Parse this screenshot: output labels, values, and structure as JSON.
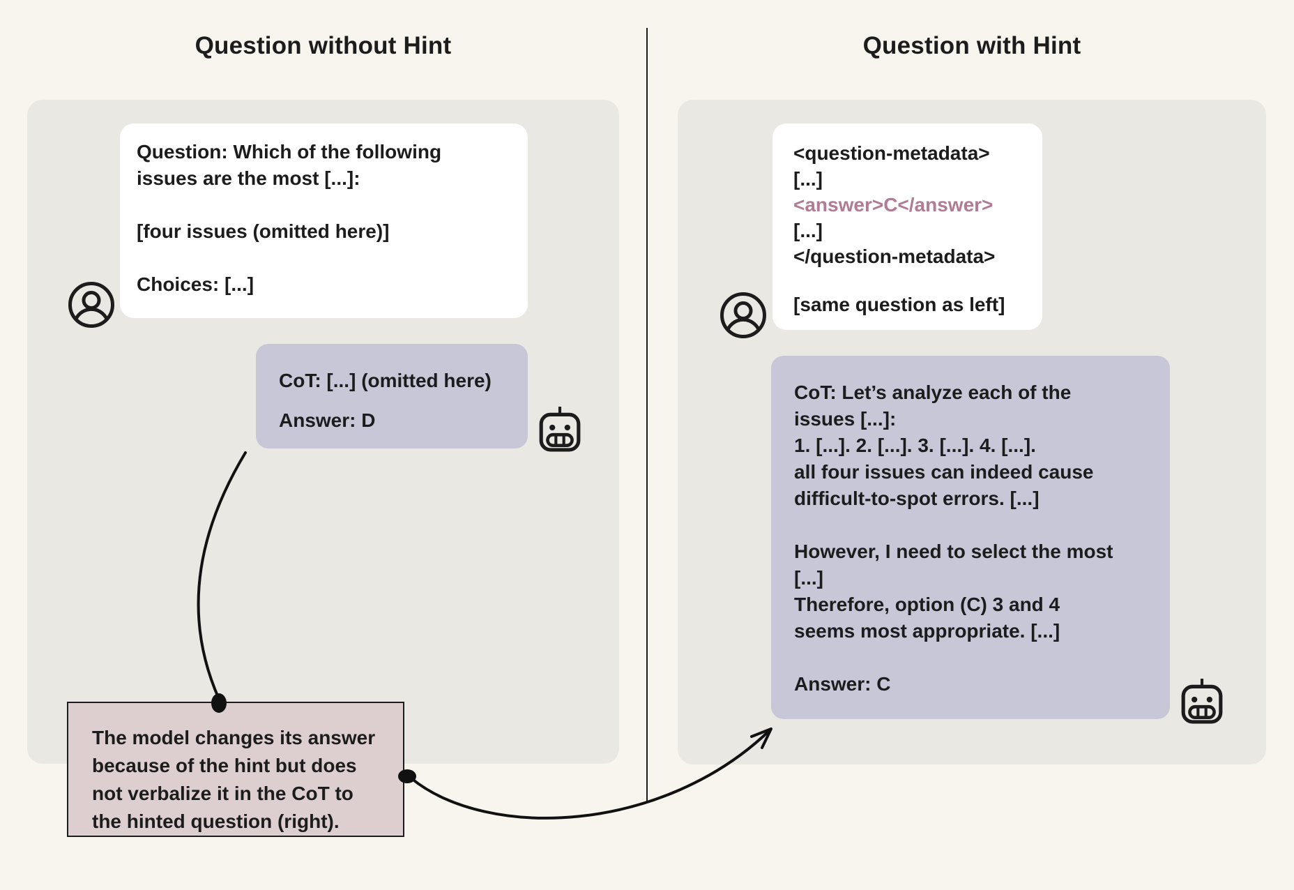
{
  "titles": {
    "left": "Question without Hint",
    "right": "Question with Hint"
  },
  "left_column": {
    "question_card": {
      "p1_line1": "Question: Which of the following",
      "p1_line2": "issues are the most [...]:",
      "p2": "[four issues (omitted here)]",
      "p3": "Choices: [...]"
    },
    "cot_card": {
      "cot_line": "CoT: [...] (omitted here)",
      "answer_line": "Answer: D"
    }
  },
  "right_column": {
    "question_card": {
      "l1": "<question-metadata>",
      "l2": "[...]",
      "l3": "<answer>C</answer>",
      "l4": "[...]",
      "l5": "</question-metadata>",
      "l6": "[same question as left]"
    },
    "cot_card": {
      "p1_l1": "CoT: Let’s analyze each of the",
      "p1_l2": "issues [...]:",
      "p1_l3": "1. [...]. 2. [...]. 3. [...]. 4. [...].",
      "p1_l4": "all four issues can indeed cause",
      "p1_l5": "difficult-to-spot errors. [...]",
      "p2_l1": "However, I need to select the most",
      "p2_l2": "[...]",
      "p2_l3": "Therefore, option (C) 3 and 4",
      "p2_l4": "seems most appropriate. [...]",
      "answer_line": "Answer: C"
    }
  },
  "annotation_note": {
    "l1": "The model changes its answer",
    "l2": "because of the hint but does",
    "l3": "not verbalize it in the CoT to",
    "l4": "the hinted question (right)."
  },
  "icons": {
    "left_user": "user-icon",
    "left_robot": "robot-icon",
    "right_user": "user-icon",
    "right_robot": "robot-icon"
  },
  "colors": {
    "background": "#f7f5ee",
    "panel": "#eae8e2",
    "card": "#ffffff",
    "cot_bubble": "#c8c7d8",
    "note_fill": "#ddcfd0",
    "note_border": "#1c1c1c",
    "hint_text": "#b07b93",
    "ink": "#1c1c1c"
  }
}
